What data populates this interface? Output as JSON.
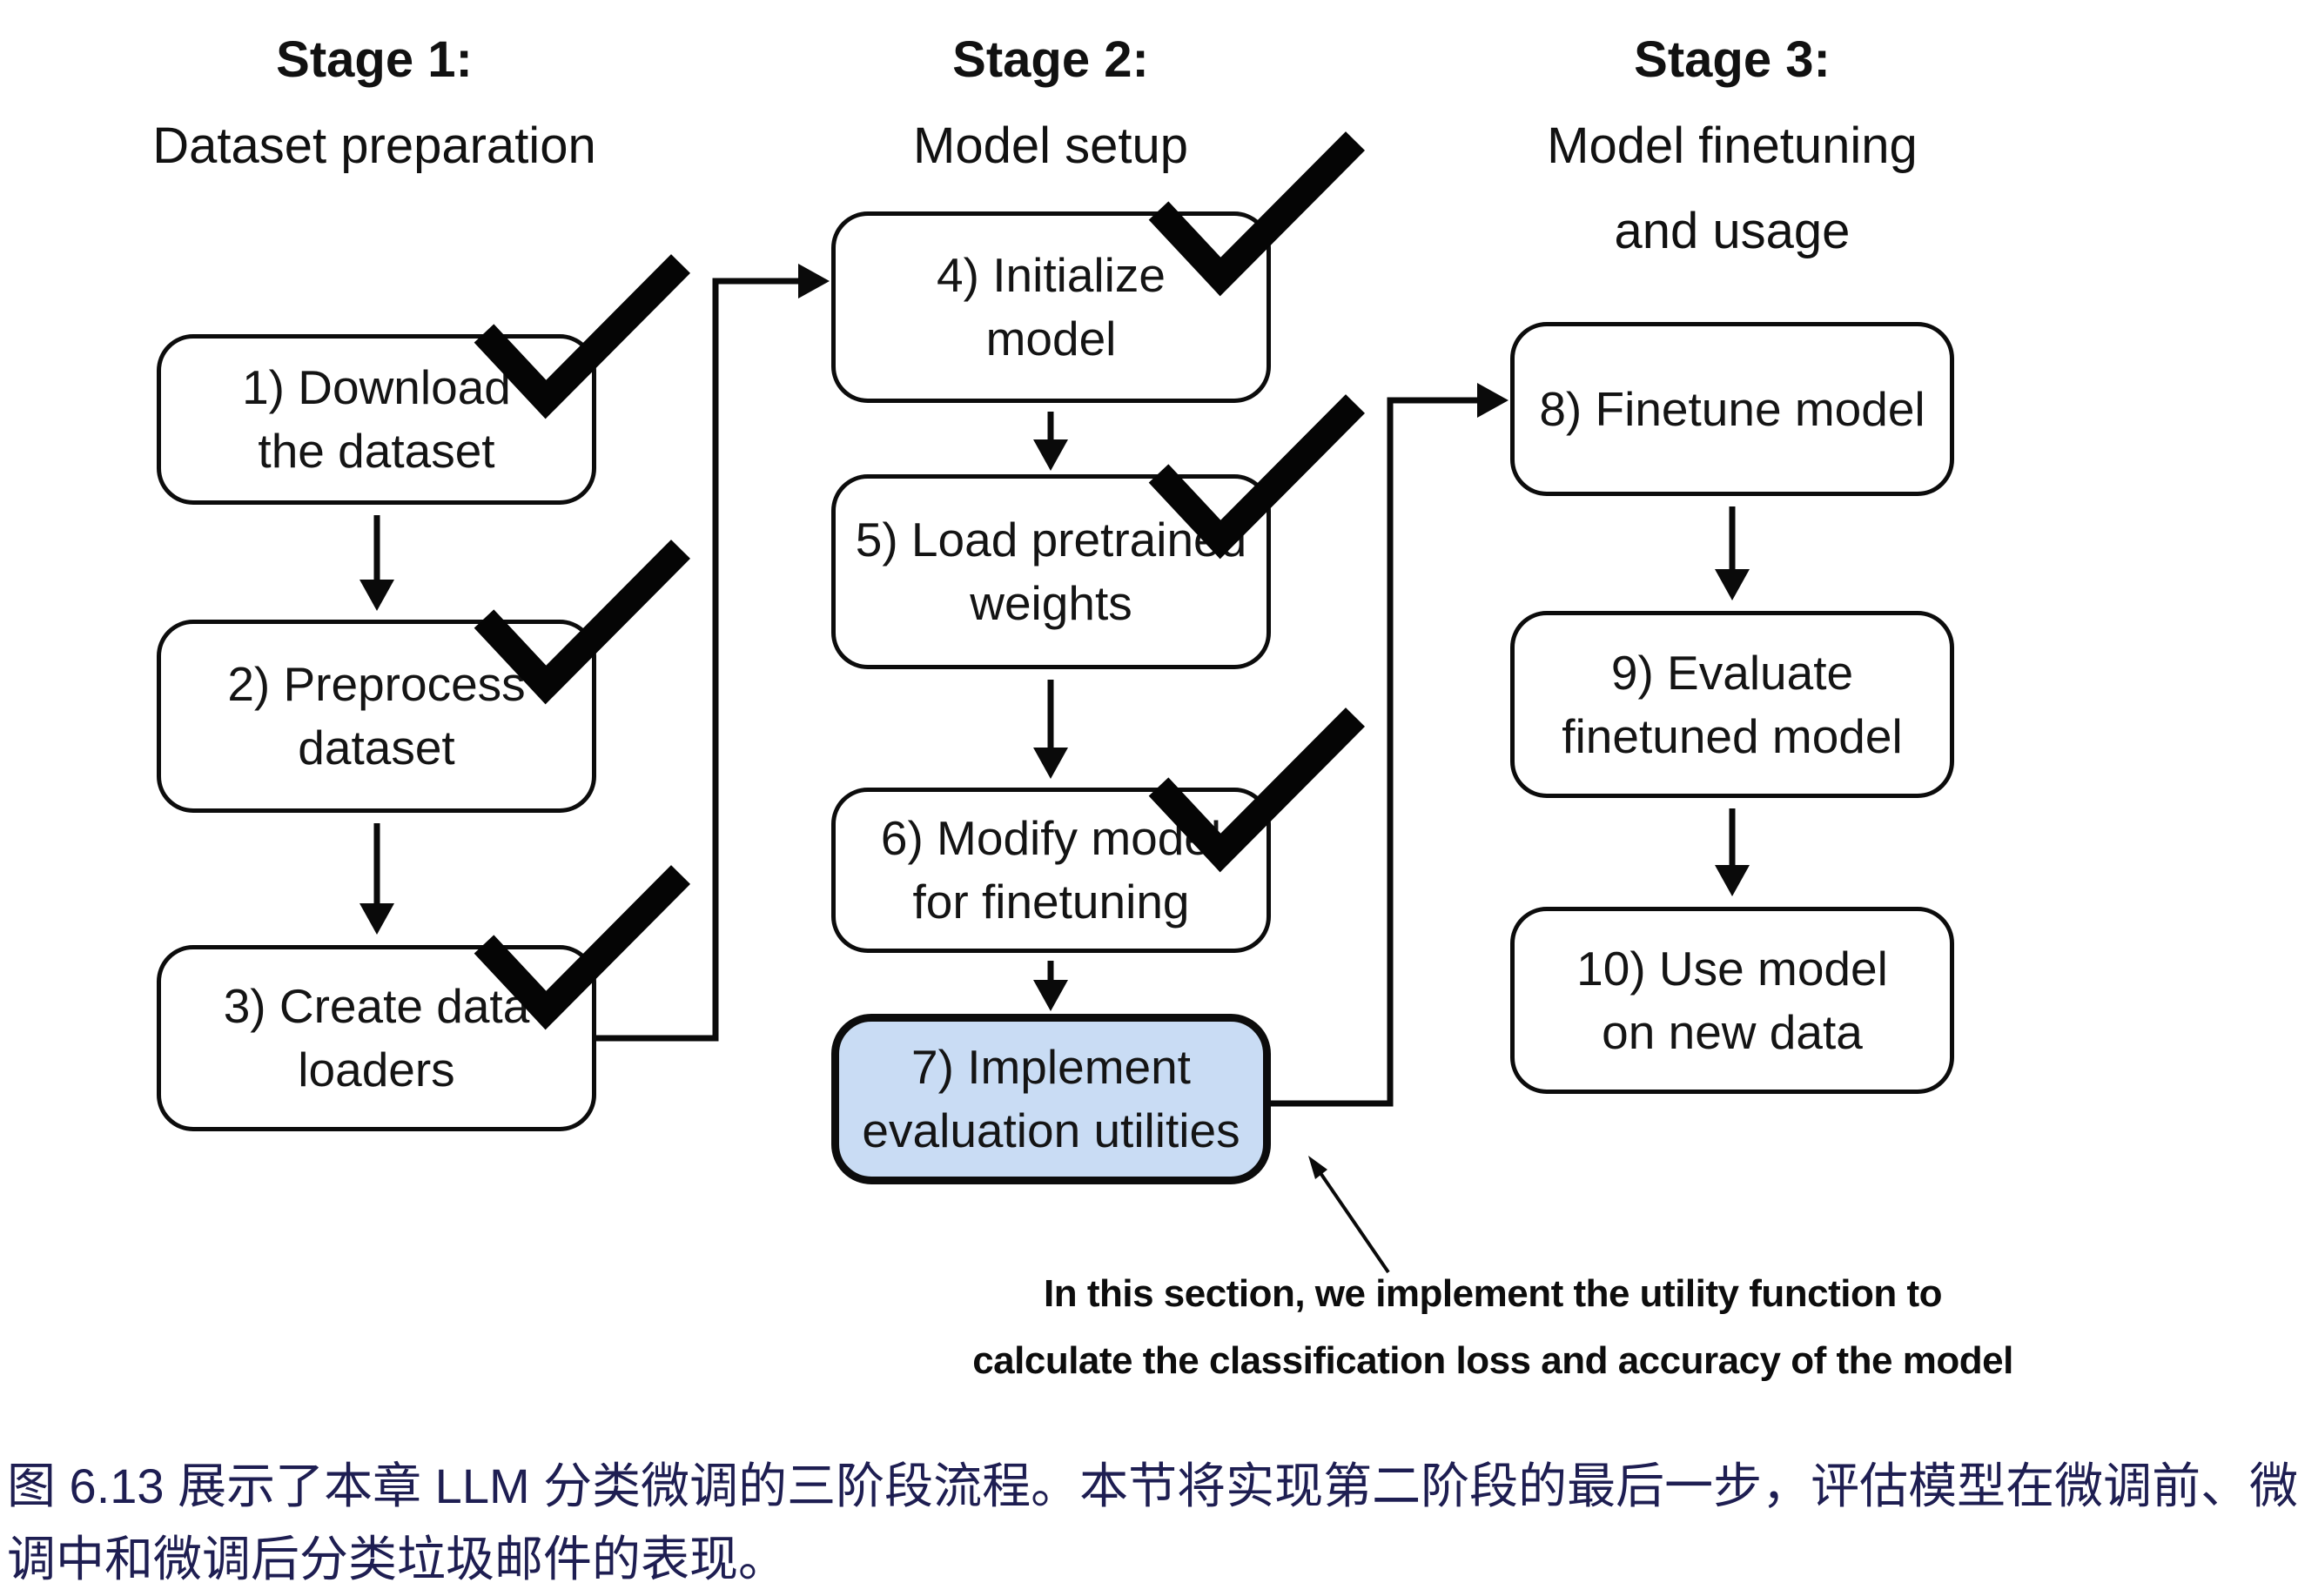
{
  "figure": {
    "kind": "three-stage LLM classification finetuning flowchart"
  },
  "stages": [
    {
      "title": "Stage 1:",
      "subtitle_lines": [
        "Dataset preparation"
      ]
    },
    {
      "title": "Stage 2:",
      "subtitle_lines": [
        "Model setup"
      ]
    },
    {
      "title": "Stage 3:",
      "subtitle_lines": [
        "Model finetuning",
        "and usage"
      ]
    }
  ],
  "boxes": [
    {
      "id": 1,
      "lines": [
        "1) Download",
        "the dataset"
      ],
      "checked": true,
      "highlighted": false
    },
    {
      "id": 2,
      "lines": [
        "2) Preprocess",
        "dataset"
      ],
      "checked": true,
      "highlighted": false
    },
    {
      "id": 3,
      "lines": [
        "3) Create data",
        "loaders"
      ],
      "checked": true,
      "highlighted": false
    },
    {
      "id": 4,
      "lines": [
        "4) Initialize",
        "model"
      ],
      "checked": true,
      "highlighted": false
    },
    {
      "id": 5,
      "lines": [
        "5) Load pretrained",
        "weights"
      ],
      "checked": true,
      "highlighted": false
    },
    {
      "id": 6,
      "lines": [
        "6) Modify model",
        "for finetuning"
      ],
      "checked": true,
      "highlighted": false
    },
    {
      "id": 7,
      "lines": [
        "7) Implement",
        "evaluation utilities"
      ],
      "checked": false,
      "highlighted": true
    },
    {
      "id": 8,
      "lines": [
        "8) Finetune model"
      ],
      "checked": false,
      "highlighted": false
    },
    {
      "id": 9,
      "lines": [
        "9) Evaluate",
        "finetuned model"
      ],
      "checked": false,
      "highlighted": false
    },
    {
      "id": 10,
      "lines": [
        "10) Use model",
        "on new data"
      ],
      "checked": false,
      "highlighted": false
    }
  ],
  "annotation": {
    "line1": "In this section, we implement the utility function to",
    "line2": "calculate the classification loss and accuracy of the model"
  },
  "caption": {
    "line1": "图 6.13 展示了本章 LLM 分类微调的三阶段流程。本节将实现第二阶段的最后一步，评估模型在微调前、微",
    "line2": "调中和微调后分类垃圾邮件的表现。",
    "color": "#1e1e52"
  },
  "colors": {
    "highlight_fill": "#c9dcf4",
    "line_color": "#0a0a0a",
    "text_color": "#141414"
  }
}
